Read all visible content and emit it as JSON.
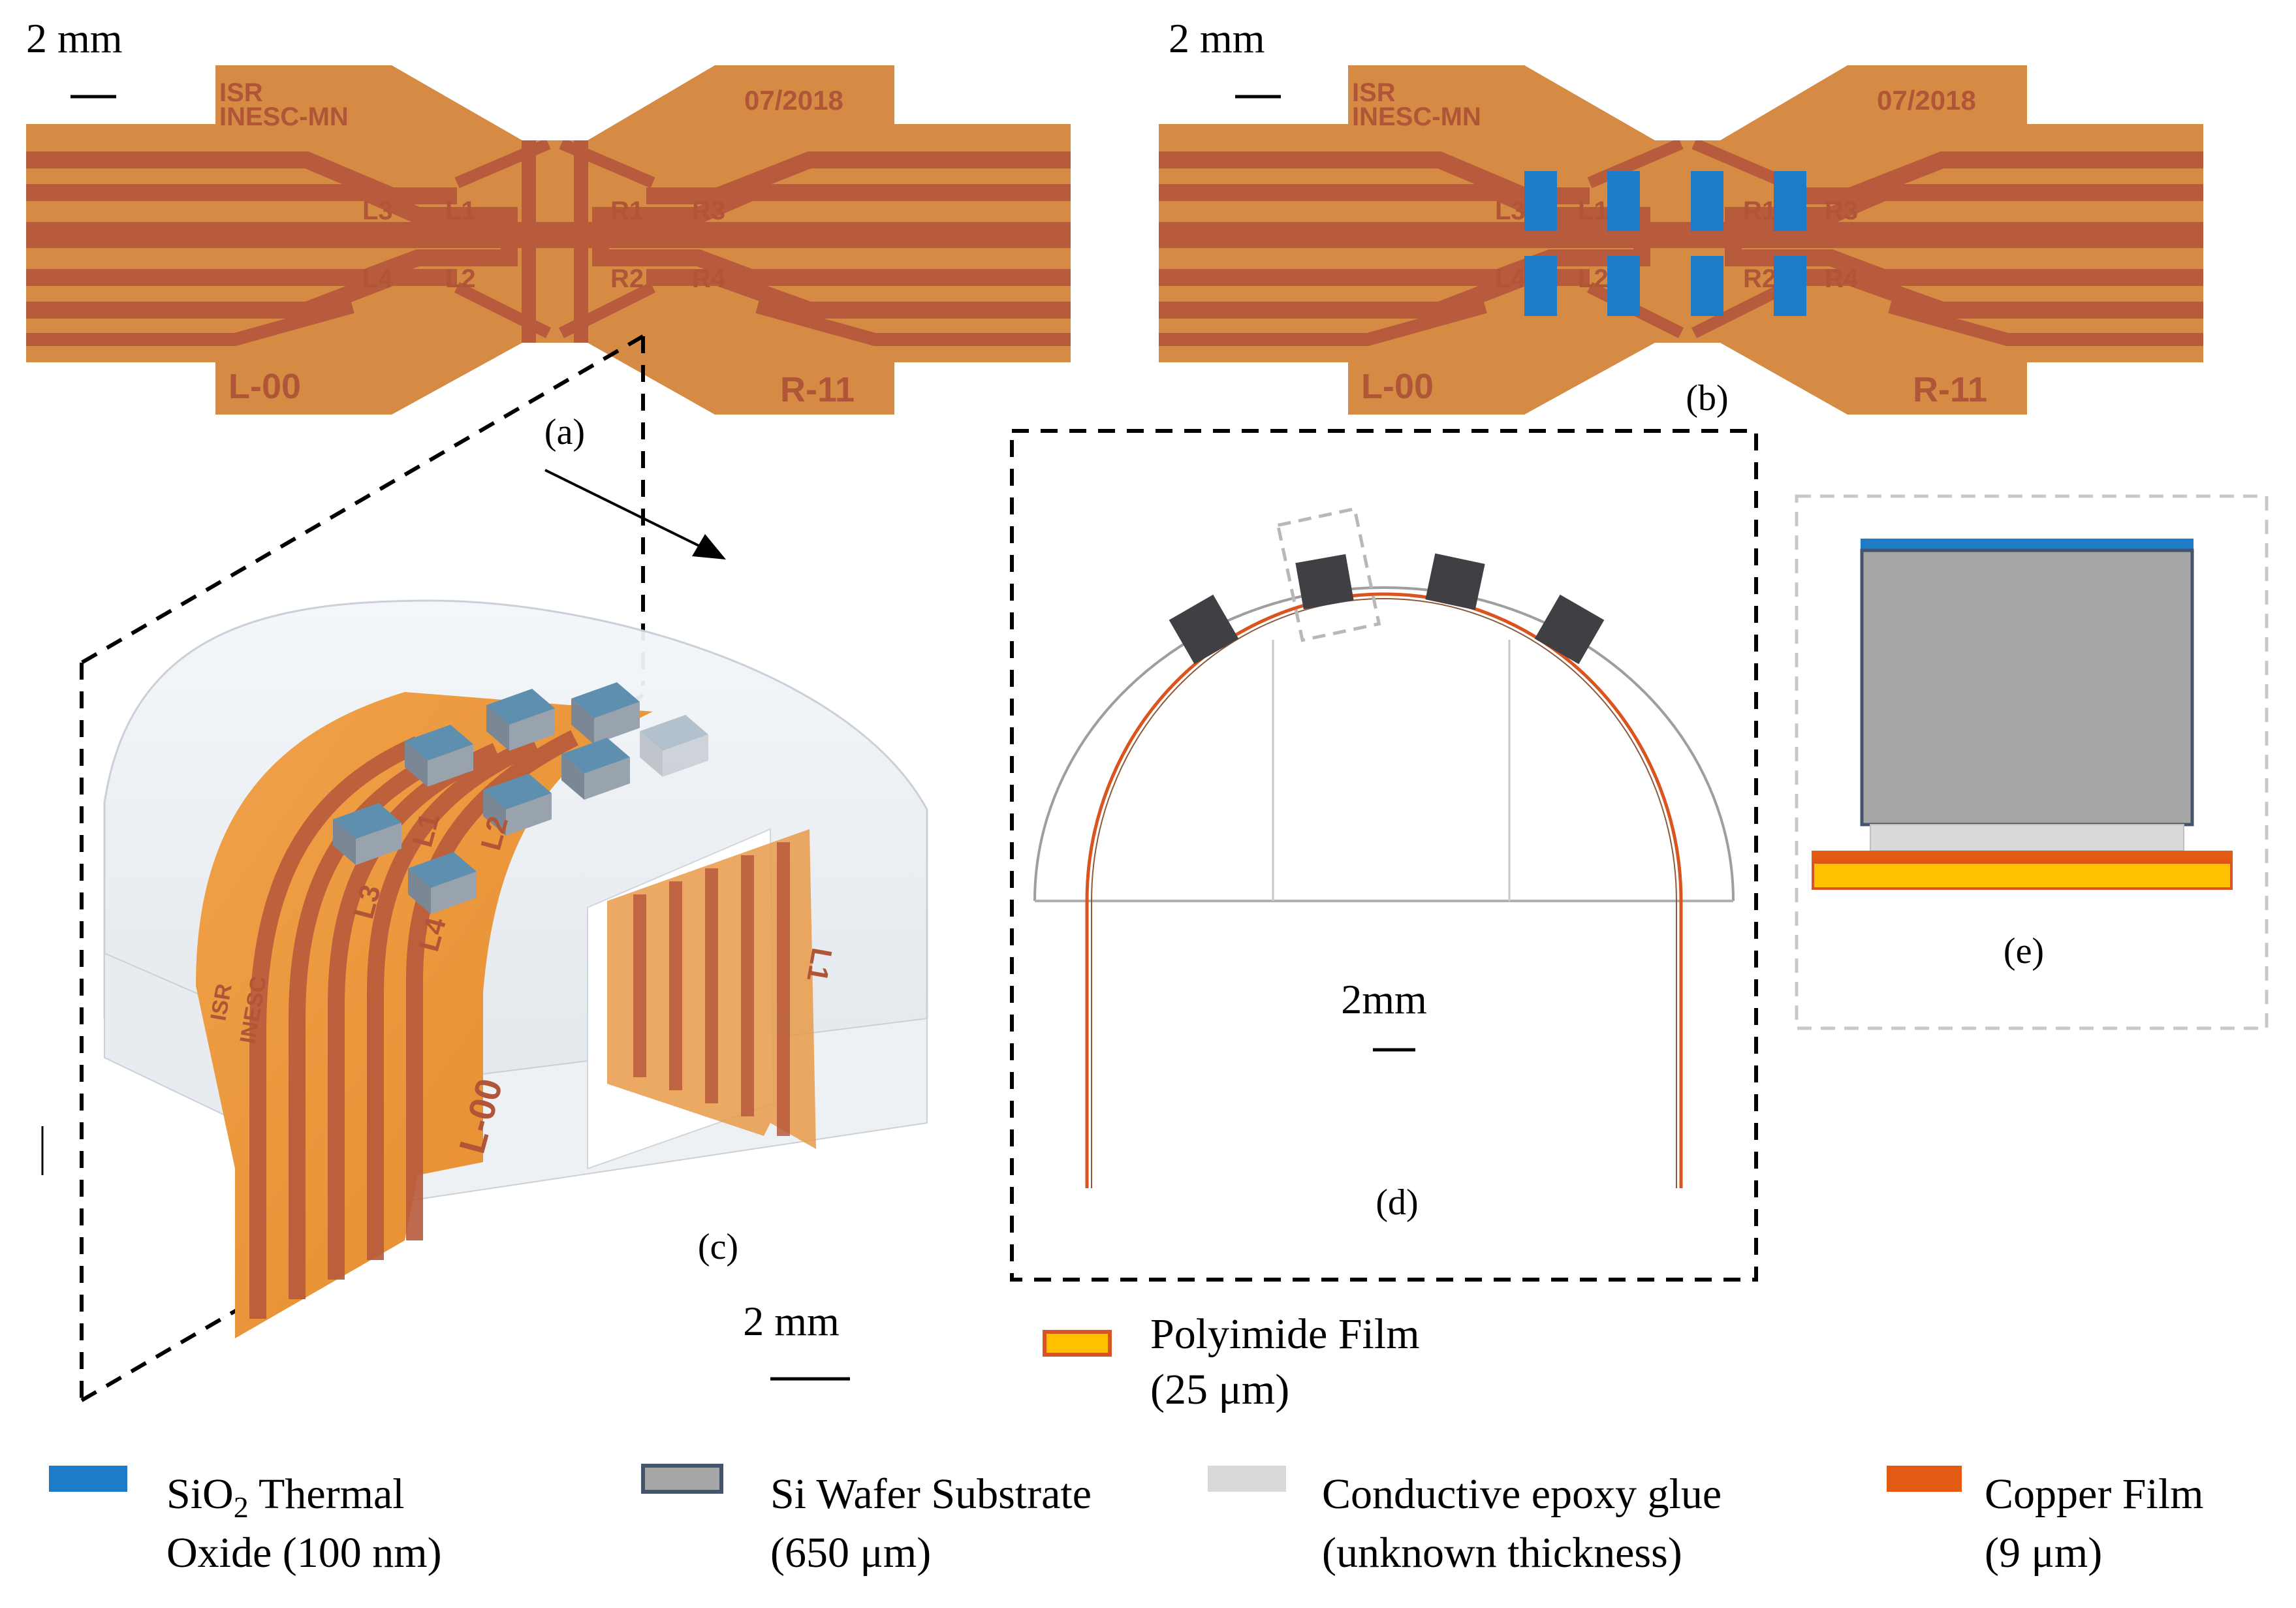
{
  "scalebars": {
    "a": "2 mm",
    "b": "2 mm",
    "c": "2 mm",
    "d": "2mm"
  },
  "panel_labels": {
    "a": "(a)",
    "b": "(b)",
    "c": "(c)",
    "d": "(d)",
    "e": "(e)"
  },
  "pcb": {
    "maker_line1": "ISR",
    "maker_line2": "INESC-MN",
    "date": "07/2018",
    "left_code": "L-00",
    "right_code": "R-11",
    "pads": [
      "L3",
      "L1",
      "R1",
      "R3",
      "L4",
      "L2",
      "R2",
      "R4"
    ]
  },
  "render_c": {
    "labels": [
      "L1",
      "L2",
      "L3",
      "L4",
      "L-00",
      "ISR",
      "INESC",
      "L1"
    ]
  },
  "legend": {
    "polyimide": {
      "line1": "Polyimide Film",
      "line2": "(25 μm)"
    },
    "sio2": {
      "line1_pre": "SiO",
      "line1_sub": "2",
      "line1_post": " Thermal",
      "line2": "Oxide (100 nm)"
    },
    "si": {
      "line1": "Si Wafer Substrate",
      "line2": "(650 μm)"
    },
    "epoxy": {
      "line1": "Conductive epoxy glue",
      "line2": "(unknown thickness)"
    },
    "copper": {
      "line1": "Copper Film",
      "line2": "(9 μm)"
    }
  },
  "colors": {
    "polyimide_fill": "#FFC000",
    "polyimide_edge": "#D9541E",
    "pcb_base": "#D68B45",
    "pcb_trace": "#B85A3C",
    "pcb_text": "#B05537",
    "sio2": "#1E7BC8",
    "si": "#A6A6A6",
    "si_edge": "#44546A",
    "epoxy": "#D9D9D9",
    "copper": "#E35A13"
  }
}
